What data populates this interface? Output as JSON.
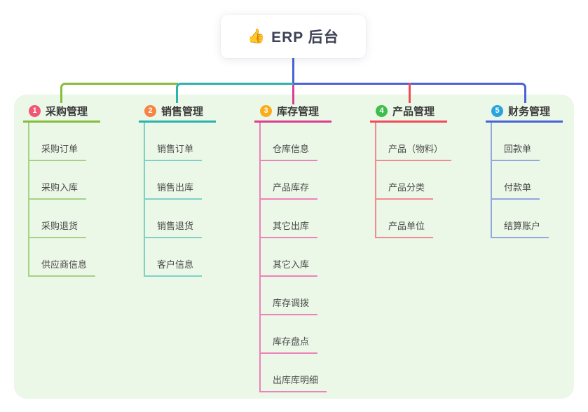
{
  "root": {
    "icon": "👍",
    "label": "ERP 后台",
    "line_color": "#4a62d8",
    "card_bg": "#ffffff"
  },
  "panel": {
    "bg_color": "#ebf7e7"
  },
  "branches": [
    {
      "num": "1",
      "label": "采购管理",
      "badge_color": "#f25672",
      "line_color": "#85bd3c",
      "light_color": "#a6d284",
      "children": [
        "采购订单",
        "采购入库",
        "采购退货",
        "供应商信息"
      ]
    },
    {
      "num": "2",
      "label": "销售管理",
      "badge_color": "#f68443",
      "line_color": "#2bb3ac",
      "light_color": "#7fd1c8",
      "children": [
        "销售订单",
        "销售出库",
        "销售退货",
        "客户信息"
      ]
    },
    {
      "num": "3",
      "label": "库存管理",
      "badge_color": "#fbac1b",
      "line_color": "#dd3c95",
      "light_color": "#ee82bb",
      "children": [
        "仓库信息",
        "产品库存",
        "其它出库",
        "其它入库",
        "库存调拨",
        "库存盘点",
        "出库库明细"
      ]
    },
    {
      "num": "4",
      "label": "产品管理",
      "badge_color": "#3fbe49",
      "line_color": "#f14b59",
      "light_color": "#f5898d",
      "children": [
        "产品（物料）",
        "产品分类",
        "产品单位"
      ]
    },
    {
      "num": "5",
      "label": "财务管理",
      "badge_color": "#2aa4dd",
      "line_color": "#4a62d8",
      "light_color": "#92a7df",
      "children": [
        "回款单",
        "付款单",
        "结算账户"
      ]
    }
  ]
}
